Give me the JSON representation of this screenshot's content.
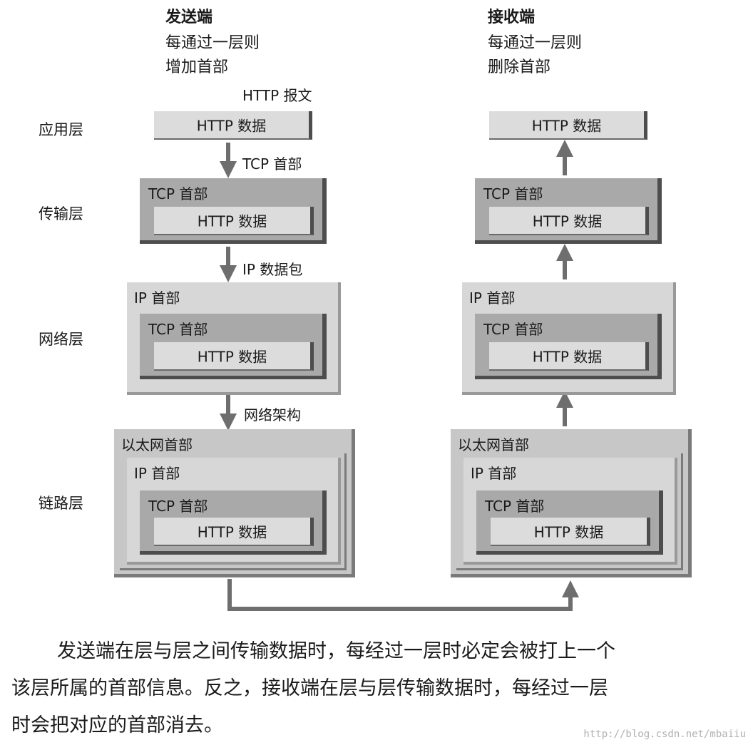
{
  "sender": {
    "title": "发送端",
    "line1": "每通过一层则",
    "line2": "增加首部"
  },
  "receiver": {
    "title": "接收端",
    "line1": "每通过一层则",
    "line2": "删除首部"
  },
  "layers": {
    "app": "应用层",
    "transport": "传输层",
    "network": "网络层",
    "link": "链路层"
  },
  "arrow_labels": {
    "http_message": "HTTP 报文",
    "tcp_header": "TCP 首部",
    "ip_packet": "IP 数据包",
    "network_frame": "网络架构"
  },
  "box_labels": {
    "http_data": "HTTP 数据",
    "tcp_header": "TCP 首部",
    "ip_header": "IP 首部",
    "eth_header": "以太网首部"
  },
  "caption": {
    "line1": "发送端在层与层之间传输数据时，每经过一层时必定会被打上一个",
    "line2": "该层所属的首部信息。反之，接收端在层与层传输数据时，每经过一层",
    "line3": "时会把对应的首部消去。"
  },
  "watermark": "http://blog.csdn.net/mbaiiu",
  "colors": {
    "arrow": "#6e6e6e",
    "http_box": "#dcdcdc",
    "tcp_box": "#a9a9a9",
    "ip_box": "#d7d7d7",
    "eth_box": "#c7c7c7"
  }
}
